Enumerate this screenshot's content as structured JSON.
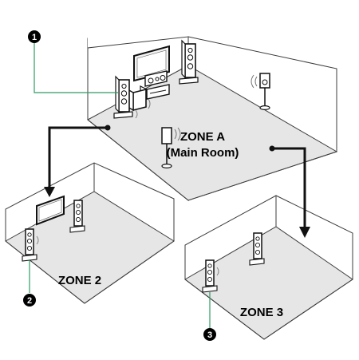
{
  "zones": {
    "a": {
      "line1": "ZONE A",
      "line2": "(Main Room)"
    },
    "zone2": {
      "label": "ZONE 2"
    },
    "zone3": {
      "label": "ZONE 3"
    }
  },
  "markers": {
    "m1": "1",
    "m2": "2",
    "m3": "3"
  },
  "colors": {
    "wall_stroke": "#3c3c3c",
    "floor": "#e6e6e6",
    "leader_line": "#2e9b63",
    "arrow": "#111111",
    "marker_bg": "#000000",
    "speaker_body": "#ffffff"
  }
}
